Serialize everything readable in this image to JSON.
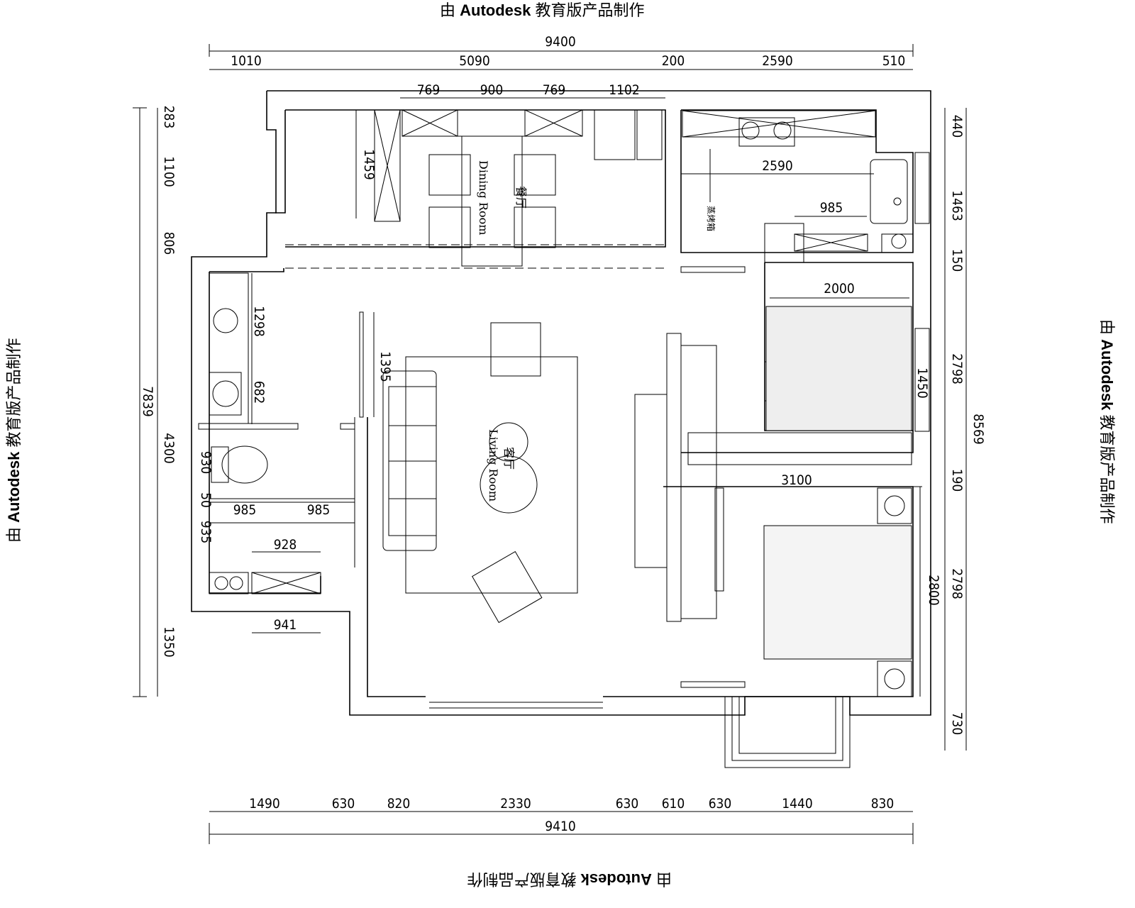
{
  "watermark": {
    "prefix": "由",
    "brand": "Autodesk",
    "suffix": "教育版产品制作"
  },
  "dims": {
    "top": {
      "total": "9400",
      "row1": [
        "1010",
        "5090",
        "200",
        "2590",
        "510"
      ],
      "row2": [
        "769",
        "900",
        "769",
        "1102"
      ]
    },
    "left": {
      "outer": [
        "283",
        "1100",
        "806",
        "4300",
        "1350"
      ],
      "total": "7839"
    },
    "right": {
      "outer": [
        "440",
        "1463",
        "150",
        "2798",
        "190",
        "2798",
        "730"
      ],
      "total": "8569"
    },
    "bottom": {
      "row1": [
        "1490",
        "630",
        "820",
        "2330",
        "630",
        "610",
        "630",
        "1440",
        "830"
      ],
      "total": "9410"
    },
    "interior": {
      "dining_cabinet": "1459",
      "washer_1": "1298",
      "washer_2": "682",
      "living_wall": "1395",
      "bath_1": "930",
      "bath_2": "50",
      "bath_3": "935",
      "bath_w1": "985",
      "bath_w2": "985",
      "bath_vanity": "928",
      "bath_door": "941",
      "kitchen_width": "2590",
      "kitchen_counter": "985",
      "bed2_width": "2000",
      "bed2_depth": "1450",
      "bed_wall": "3100",
      "master_depth": "2800"
    }
  },
  "rooms": {
    "dining_cn": "餐厅",
    "dining_en": "Dining Room",
    "living_cn": "客厅",
    "living_en": "Living Room",
    "oven": "蒸烤箱"
  }
}
